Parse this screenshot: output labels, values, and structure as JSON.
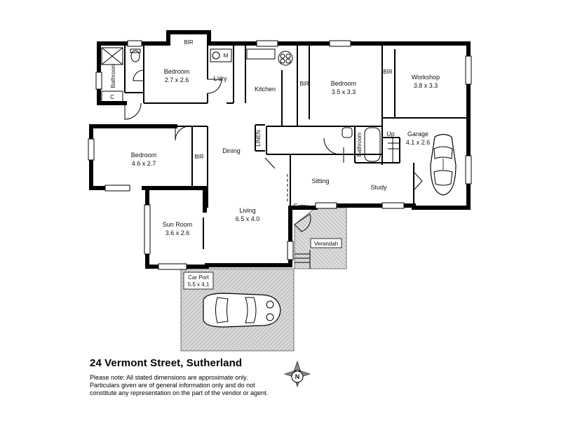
{
  "address": "24 Vermont Street, Sutherland",
  "disclaimer": [
    "Please note: All stated dimensions are approximate only.",
    "Particulars given are of general information only and do not",
    "constitute any representation on the part of the vendor or agent."
  ],
  "compass": "N",
  "rooms": {
    "bathroom_left": "Bathroom",
    "c": "C",
    "bir_top": "BIR",
    "bedroom1_name": "Bedroom",
    "bedroom1_dim": "2.7 x 2.6",
    "ldry": "L'dry",
    "m": "M",
    "kitchen": "Kitchen",
    "bir_mid": "BIR",
    "bedroom2_name": "Bedroom",
    "bedroom2_dim": "3.5 x 3.3",
    "bir_right": "BIR",
    "workshop_name": "Workshop",
    "workshop_dim": "3.8 x 3.3",
    "bedroom3_name": "Bedroom",
    "bedroom3_dim": "4.6 x 2.7",
    "bir_left": "BIR",
    "dining": "Dining",
    "linen": "LINEN",
    "bathroom_mid": "Bathroom",
    "up": "Up",
    "garage_name": "Garage",
    "garage_dim": "4.1 x 2.6",
    "sitting": "Sitting",
    "study": "Study",
    "sunroom_name": "Sun Room",
    "sunroom_dim": "3.6 x 2.6",
    "living_name": "Living",
    "living_dim": "6.5 x 4.0",
    "entry": "Entry",
    "verandah": "Verandah",
    "carport_name": "Car Port",
    "carport_dim": "5.5 x 4.1"
  }
}
